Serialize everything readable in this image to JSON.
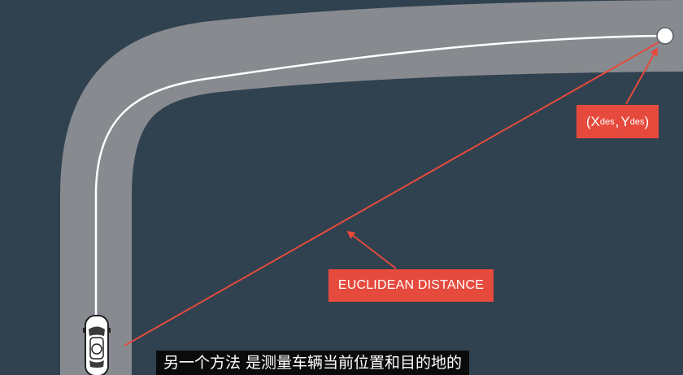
{
  "diagram": {
    "destination_label": {
      "open": "(",
      "x": "X",
      "x_sub": "des",
      "sep": ",",
      "y": "Y",
      "y_sub": "des",
      "close": ")"
    },
    "distance_label": "EUCLIDEAN DISTANCE",
    "caption": "另一个方法 是测量车辆当前位置和目的地的",
    "colors": {
      "background": "#304150",
      "road": "#878b8f",
      "path": "#ffffff",
      "accent": "#e64a3c",
      "caption_bg": "#0b0b0b"
    },
    "icons": [
      "car-icon",
      "destination-marker-icon"
    ]
  }
}
